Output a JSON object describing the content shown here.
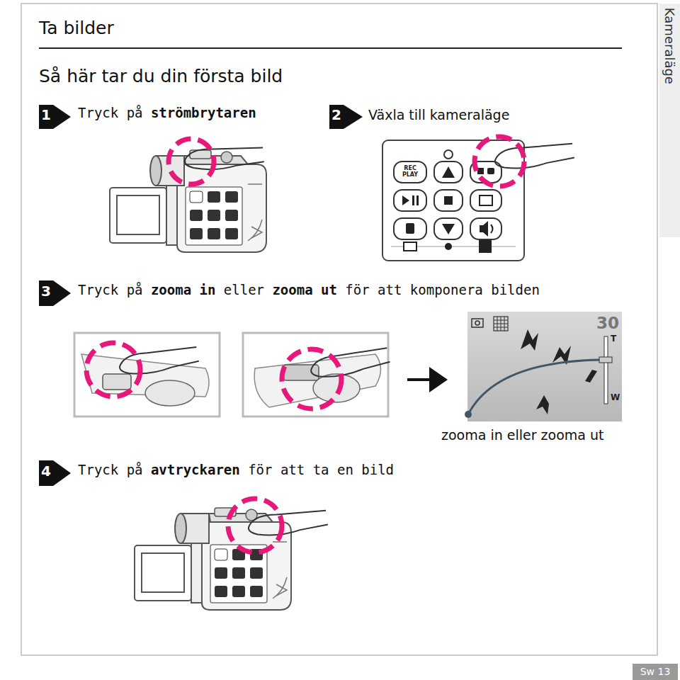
{
  "diagram": {
    "title": "Ta bilder",
    "nodes": [
      {
        "text": [
          "Kameraläge"
        ]
      },
      {
        "text": [
          "Sw 13"
        ]
      },
      {
        "text": [
          "REC PLAY"
        ]
      }
    ],
    "labels": [
      "Så här tar du din första bild",
      "1",
      "Tryck på",
      "strömbrytaren",
      "2",
      "Växla till kameraläge",
      "3",
      "Tryck på",
      "zooma in",
      "eller",
      "zooma ut",
      "för att komponera bilden",
      "zooma in eller zooma ut",
      "4",
      "Tryck på",
      "avtryckaren",
      "för att ta en bild",
      "30",
      "T",
      "W"
    ]
  }
}
